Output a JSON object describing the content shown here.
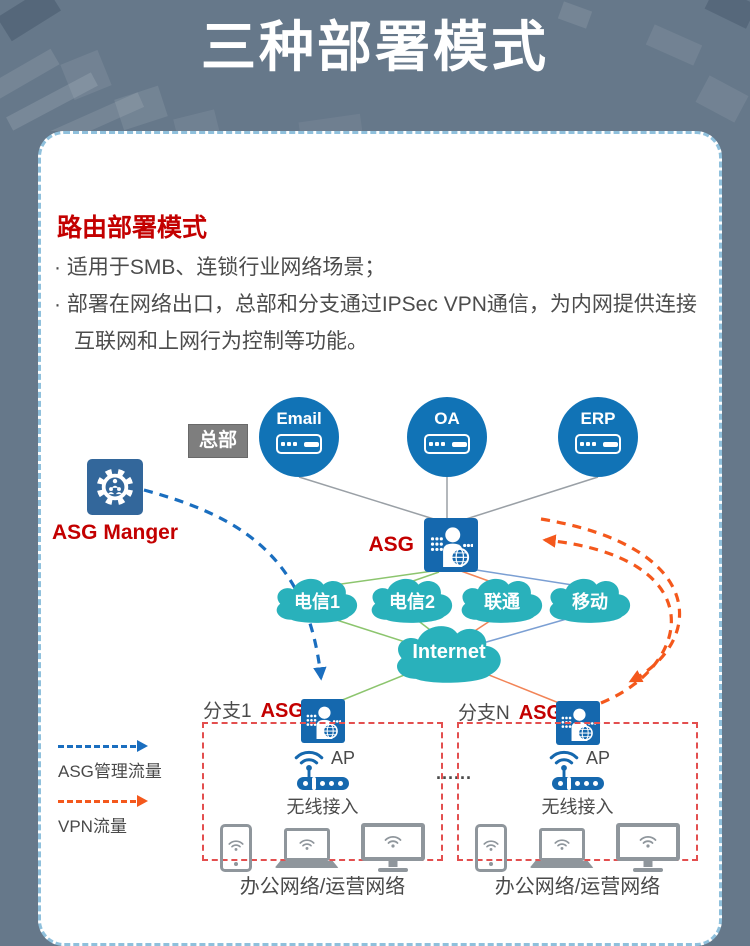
{
  "banner": {
    "title": "三种部署模式"
  },
  "section": {
    "heading": "路由部署模式",
    "bullets": [
      "· 适用于SMB、连锁行业网络场景；",
      "· 部署在网络出口，总部和分支通过IPSec VPN通信，为内网提供连接互联网和上网行为控制等功能。"
    ]
  },
  "hq": {
    "badge": "总部",
    "servers": [
      "Email",
      "OA",
      "ERP"
    ]
  },
  "manager": {
    "label": "ASG Manger"
  },
  "core": {
    "label": "ASG"
  },
  "isps": [
    "电信1",
    "电信2",
    "联通",
    "移动"
  ],
  "internet": {
    "label": "Internet"
  },
  "branches": [
    {
      "name": "分支1",
      "gateway": "ASG",
      "ap": "AP",
      "access": "无线接入",
      "network": "办公网络/运营网络"
    },
    {
      "name": "分支N",
      "gateway": "ASG",
      "ap": "AP",
      "access": "无线接入",
      "network": "办公网络/运营网络"
    }
  ],
  "separator": "......",
  "legend": [
    {
      "label": "ASG管理流量",
      "color": "#1A6EBF"
    },
    {
      "label": "VPN流量",
      "color": "#F4581C"
    }
  ],
  "colors": {
    "banner_bg": "#66788A",
    "node_blue": "#1173B6",
    "device_blue": "#1568AE",
    "manager_blue": "#33679B",
    "cloud_teal": "#29B1BB",
    "accent_red": "#C30000",
    "mgmt_flow_blue": "#1A6EBF",
    "vpn_flow_orange": "#F4581C",
    "branch_box_red": "#E34F4F",
    "line_green": "#8CC56E",
    "line_orange": "#F28457",
    "line_blue": "#7B9FD3",
    "line_gray": "#9AA0A6"
  }
}
